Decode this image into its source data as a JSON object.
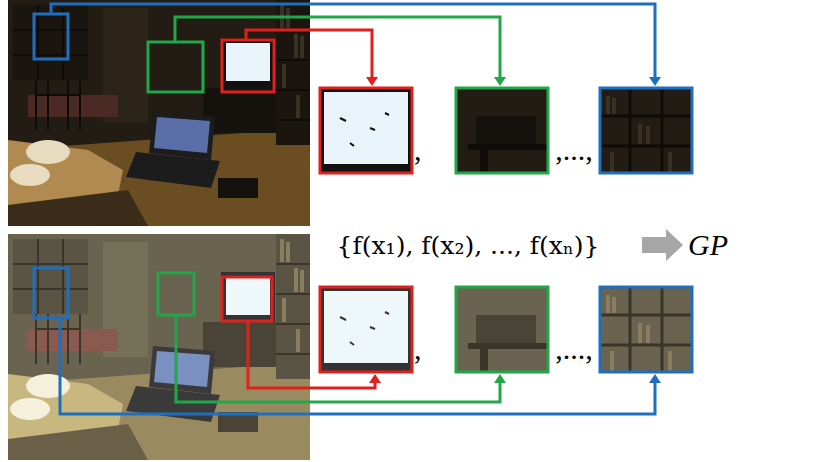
{
  "diagram": {
    "labels": [
      ",",
      ",...,",
      "{f(x₁), f(x₂), ..., f(xₙ)}",
      "GP",
      ",",
      ",...,"
    ]
  }
}
